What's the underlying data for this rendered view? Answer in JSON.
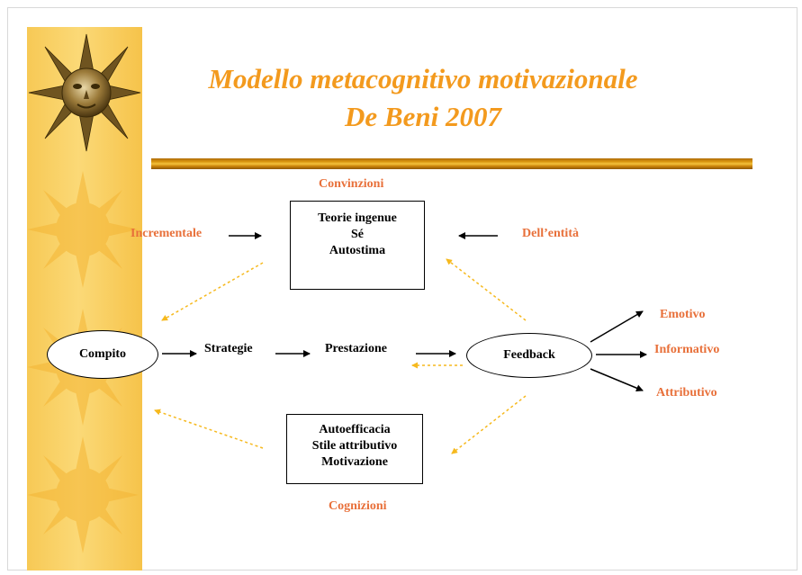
{
  "title": {
    "line1": "Modello metacognitivo motivazionale",
    "line2": "De Beni 2007"
  },
  "labels": {
    "convinzioni": "Convinzioni",
    "incrementale": "Incrementale",
    "entita": "Dell’entità",
    "compito": "Compito",
    "strategie": "Strategie",
    "prestazione": "Prestazione",
    "feedback": "Feedback",
    "emotivo": "Emotivo",
    "informativo": "Informativo",
    "attributivo": "Attributivo",
    "cognizioni": "Cognizioni"
  },
  "top_box": [
    "Teorie ingenue",
    "Sé",
    "Autostima"
  ],
  "bottom_box": [
    "Autoefficacia",
    "Stile attributivo",
    "Motivazione"
  ],
  "colors": {
    "title": "#f39a1e",
    "orange_label": "#e8703a",
    "dashed_arrow": "#f6b91e",
    "strip": "#f7c955"
  },
  "icons": [
    "sun-medallion-icon",
    "sun-icon"
  ]
}
